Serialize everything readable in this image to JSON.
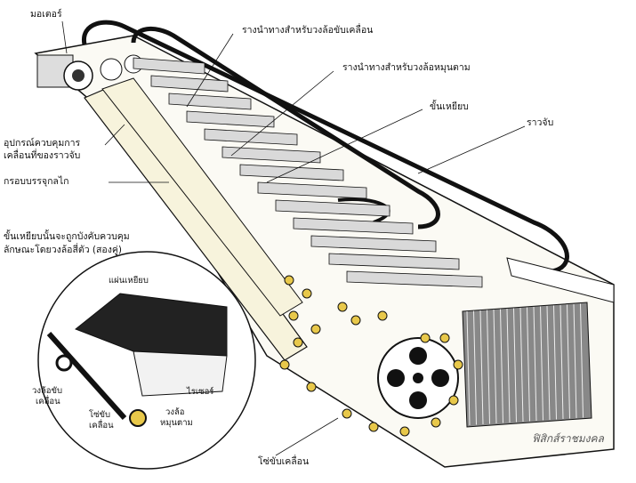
{
  "labels": {
    "motor": "มอเตอร์",
    "drive_guide": "รางนำทางสำหรับวงล้อขับเคลื่อน",
    "trailer_guide": "รางนำทางสำหรับวงล้อหมุนตาม",
    "step": "ขั้นเหยียบ",
    "handrail": "ราวจับ",
    "handrail_ctrl_1": "อุปกรณ์ควบคุมการ",
    "handrail_ctrl_2": "เคลื่อนที่ของราวจับ",
    "truss": "กรอบบรรจุกลไก",
    "step_note_1": "ขั้นเหยียบนั้นจะถูกบังคับควบคุม",
    "step_note_2": "ลักษณะโดยวงล้อสี่ตัว (สองคู่)",
    "step_tread": "แผ่นเหยียบ",
    "drive_wheel_1": "วงล้อขับ",
    "drive_wheel_2": "เคลื่อน",
    "chain_small_1": "โซ่ขับ",
    "chain_small_2": "เคลื่อน",
    "trailer_wheel_1": "วงล้อ",
    "trailer_wheel_2": "หมุนตาม",
    "riser": "ไรเซอร์",
    "drive_chain": "โซ่ขับเคลื่อน"
  },
  "watermark": "ฟิสิกส์ราชมงคล",
  "colors": {
    "ink": "#111111",
    "frame": "#f7f3dc",
    "roller": "#e8c84a"
  }
}
